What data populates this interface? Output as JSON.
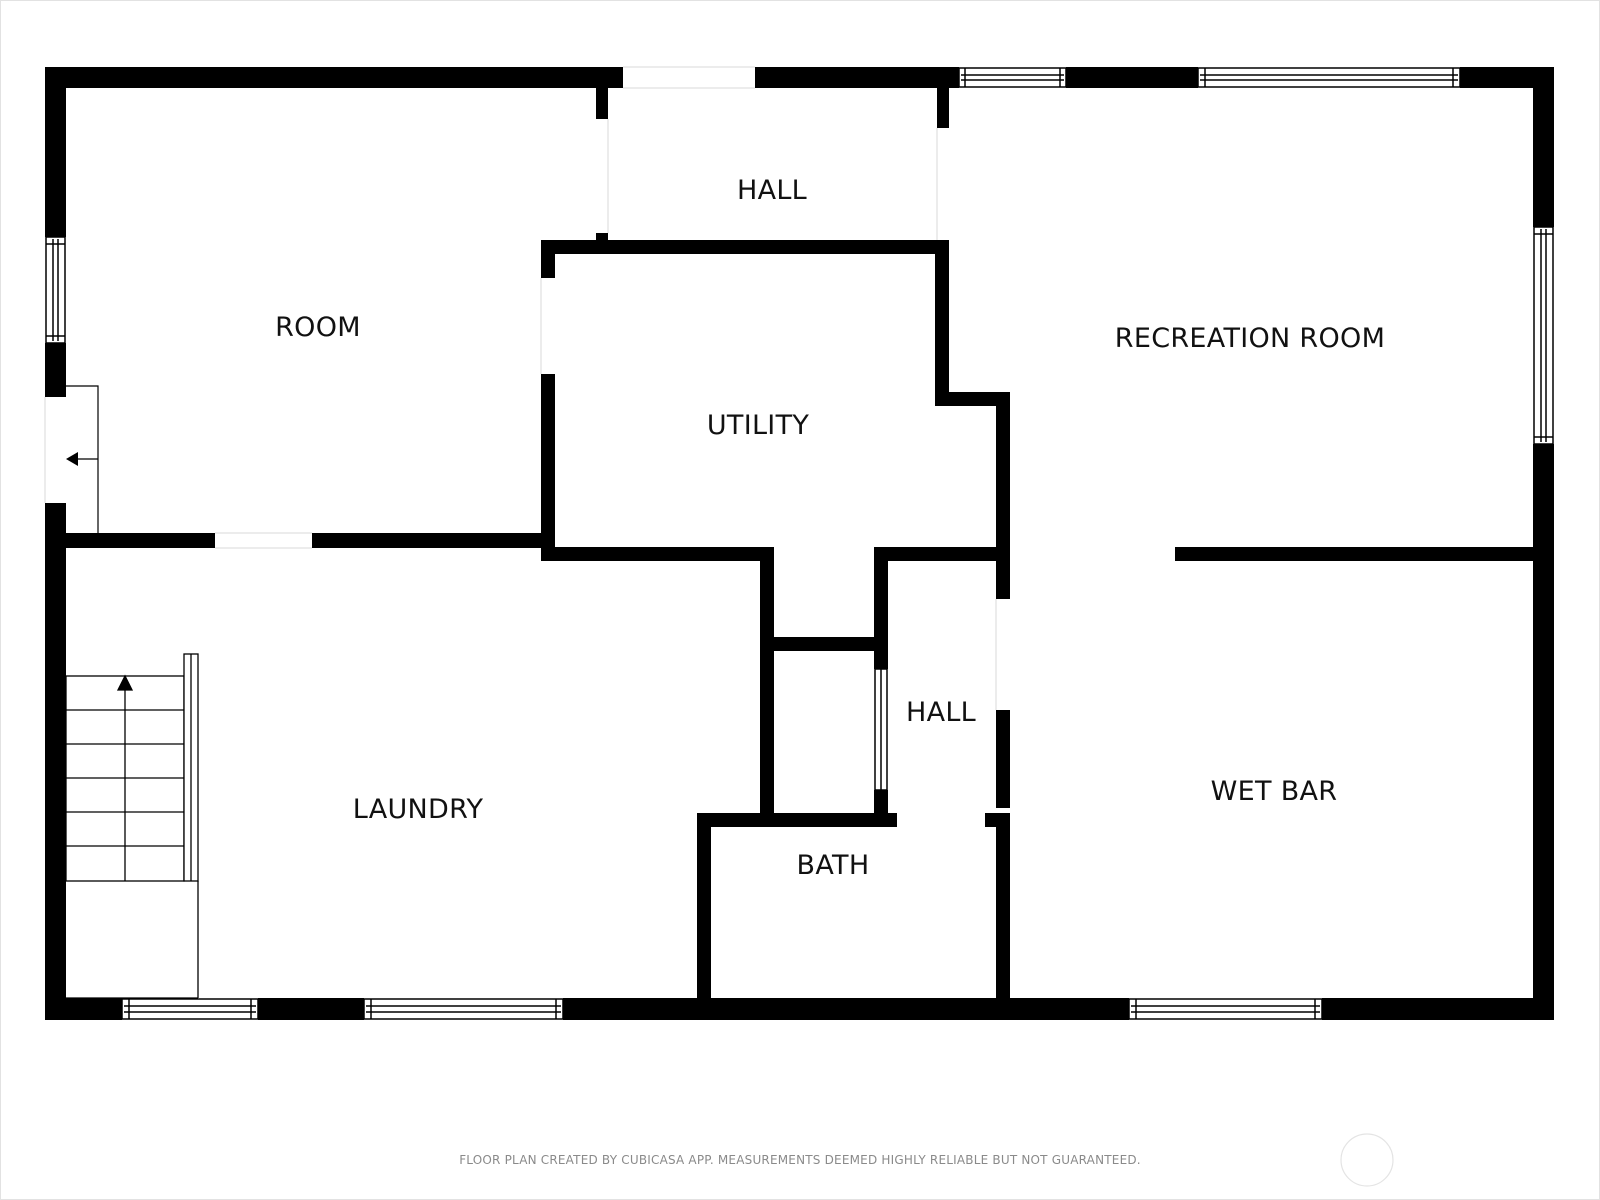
{
  "plan": {
    "wall_color": "#000000",
    "background_color": "#ffffff",
    "rooms": {
      "room": "ROOM",
      "hall_top": "HALL",
      "utility": "UTILITY",
      "recreation": "RECREATION ROOM",
      "laundry": "LAUNDRY",
      "hall_mid": "HALL",
      "bath": "BATH",
      "wet_bar": "WET BAR"
    },
    "disclaimer": "FLOOR PLAN CREATED BY CUBICASA APP. MEASUREMENTS DEEMED HIGHLY RELIABLE BUT NOT GUARANTEED.",
    "icons": [
      "stairs-up-arrow-icon",
      "door-arrow-icon",
      "compass-circle-icon"
    ]
  }
}
